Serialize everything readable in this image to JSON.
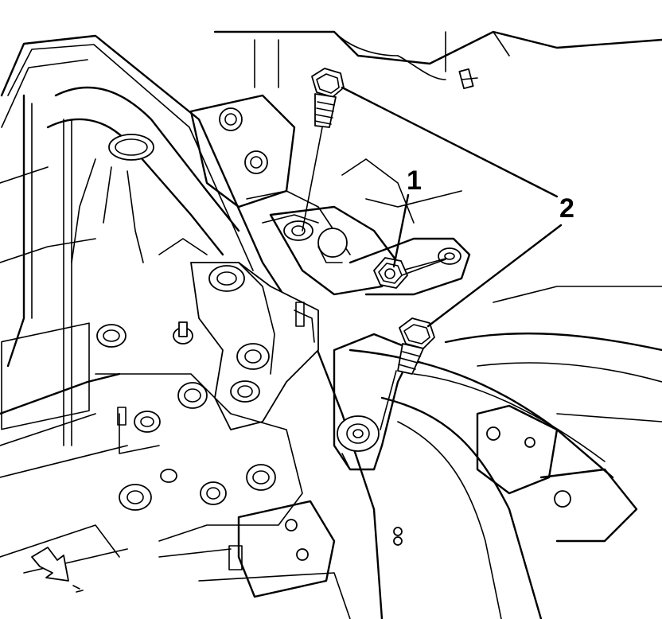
{
  "callouts": [
    {
      "label": "1",
      "part": "nut"
    },
    {
      "label": "2",
      "part": "bolts"
    }
  ],
  "colors": {
    "line": "#000000",
    "background": "#ffffff"
  },
  "icons": [
    "arrow-icon"
  ]
}
